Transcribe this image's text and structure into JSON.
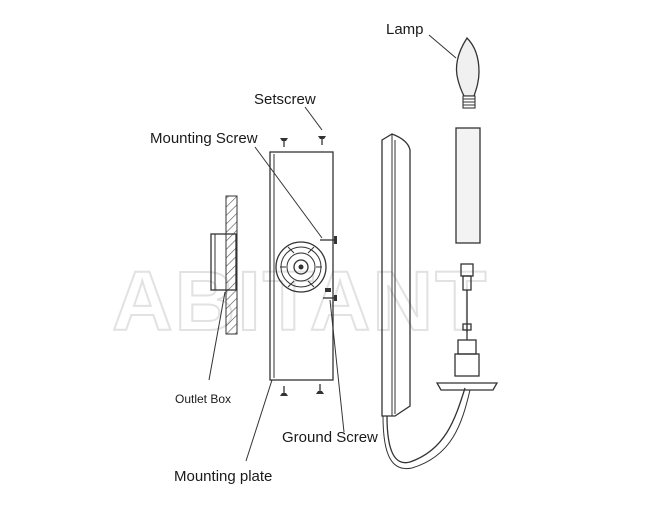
{
  "labels": {
    "lamp": "Lamp",
    "setscrew": "Setscrew",
    "mounting_screw": "Mounting Screw",
    "outlet_box": "Outlet Box",
    "ground_screw": "Ground Screw",
    "mounting_plate": "Mounting plate"
  },
  "watermark": "ABITANT",
  "colors": {
    "line": "#333333",
    "lamp_fill": "#f0f0f0",
    "tube_fill": "#f3f3f3",
    "hatch": "#555555",
    "watermark": "#e2e2e2"
  }
}
